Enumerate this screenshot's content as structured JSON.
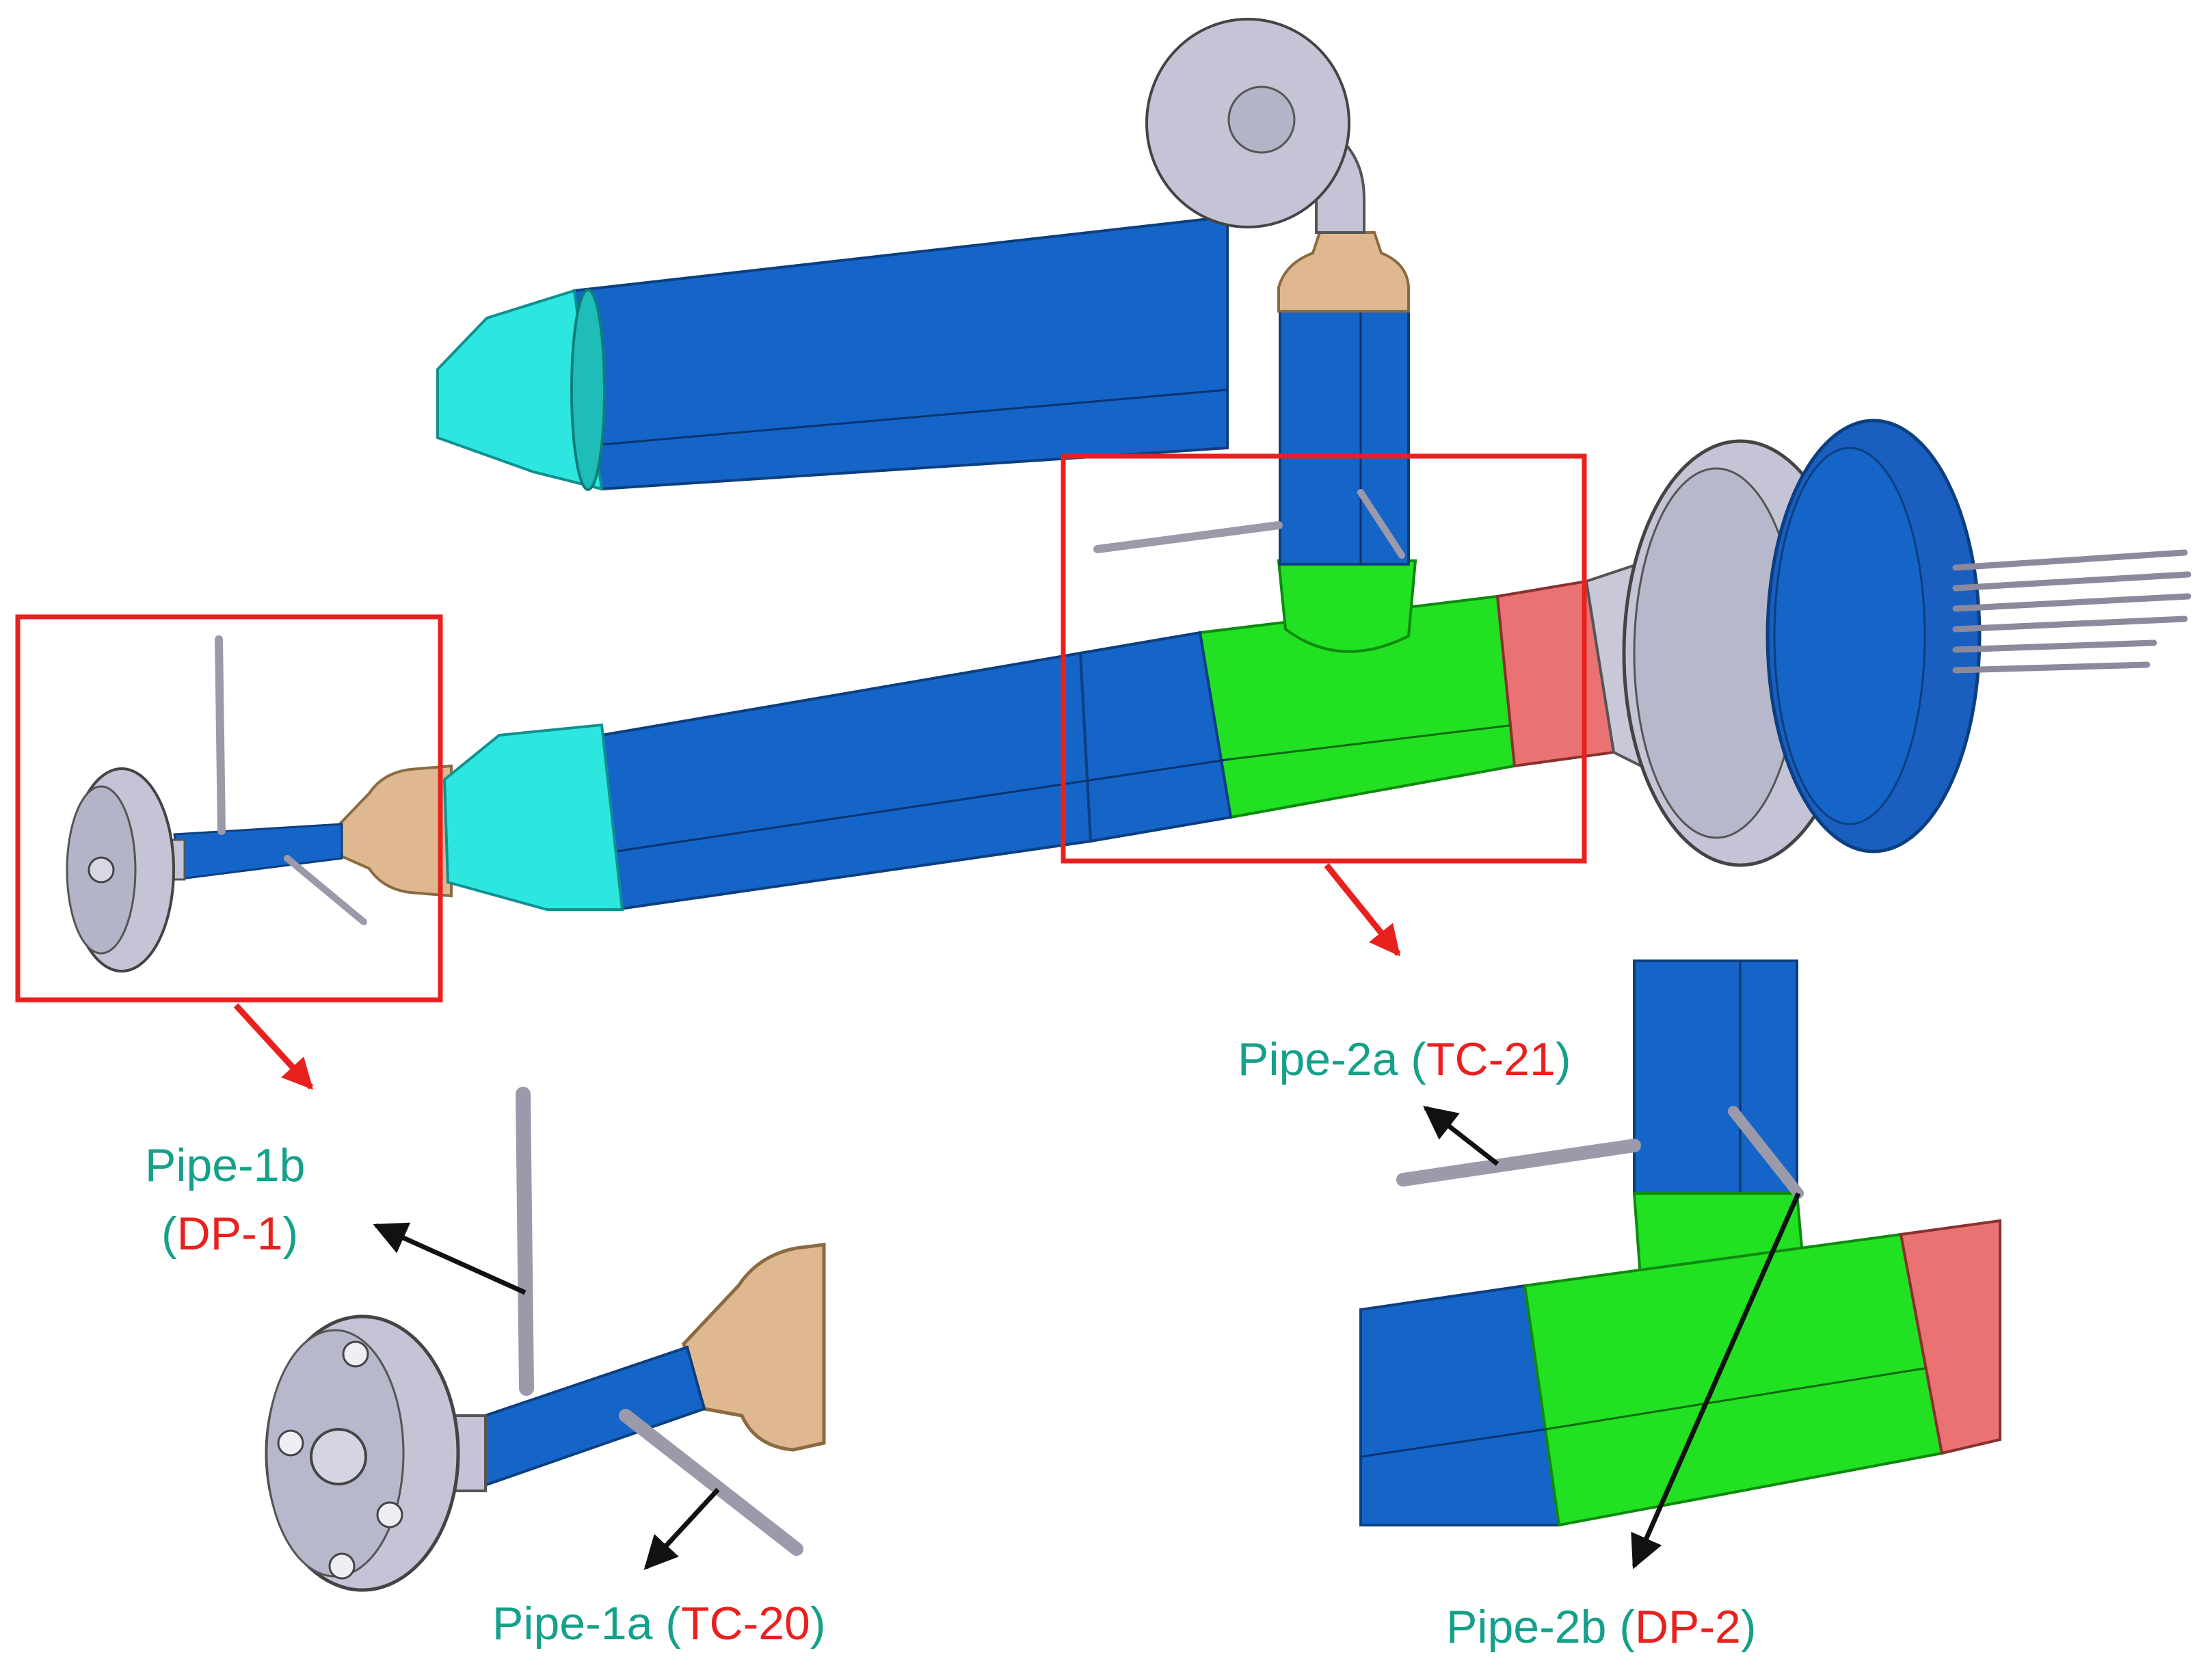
{
  "colors": {
    "pipe_blue": "#1565c8",
    "tee_green": "#22e022",
    "reducer_tan": "#e0b890",
    "reducer_cyan": "#2ee6e0",
    "spool_salmon": "#ea7272",
    "flange_gray": "#c4c4d6",
    "callout_red": "#e8211f",
    "label_teal": "#15a08a",
    "arrow_black": "#111111"
  },
  "labels": {
    "pipe_1b": {
      "name": "Pipe-1b",
      "open": "(",
      "code": "DP-1",
      "close": ")"
    },
    "pipe_1a": {
      "name": "Pipe-1a",
      "open": " (",
      "code": "TC-20",
      "close": ")"
    },
    "pipe_2a": {
      "name": "Pipe-2a",
      "open": " (",
      "code": "TC-21",
      "close": ")"
    },
    "pipe_2b": {
      "name": "Pipe-2b",
      "open": " (",
      "code": "DP-2",
      "close": ")"
    }
  },
  "icons": [
    "flange-icon",
    "pipe-icon",
    "tee-icon",
    "reducer-icon",
    "probe-icon",
    "arrow-icon",
    "callout-box-icon"
  ]
}
